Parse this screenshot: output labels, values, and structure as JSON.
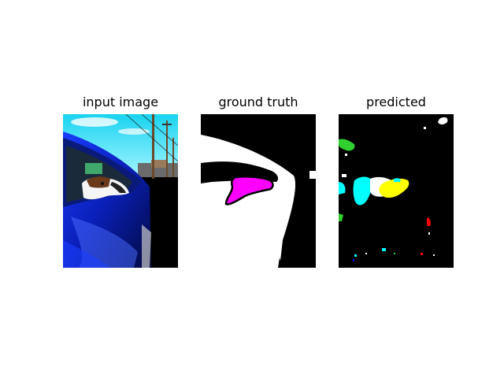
{
  "figure": {
    "panels": [
      {
        "title": "input image"
      },
      {
        "title": "ground truth"
      },
      {
        "title": "predicted"
      }
    ]
  },
  "colors": {
    "background": "#ffffff",
    "mask_background": "#000000",
    "void_region": "#ffffff",
    "class_magenta": "#ff00ff",
    "class_cyan": "#00ffff",
    "class_yellow": "#ffff00",
    "class_green": "#00ff00",
    "class_red": "#ff0000",
    "class_blue": "#0000ff"
  },
  "panels_content": {
    "input_image": "photo-dog-in-car-window",
    "ground_truth": "segmentation-mask",
    "predicted": "segmentation-prediction"
  }
}
